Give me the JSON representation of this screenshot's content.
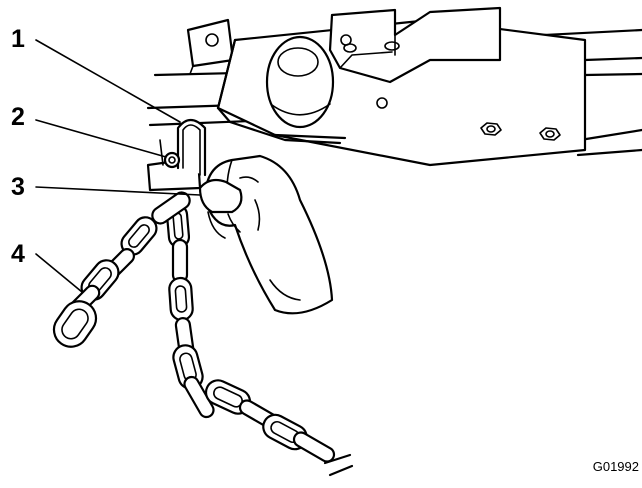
{
  "figure": {
    "figure_id": "G01992"
  },
  "callouts": [
    {
      "label": "1"
    },
    {
      "label": "2"
    },
    {
      "label": "3"
    },
    {
      "label": "4"
    }
  ]
}
